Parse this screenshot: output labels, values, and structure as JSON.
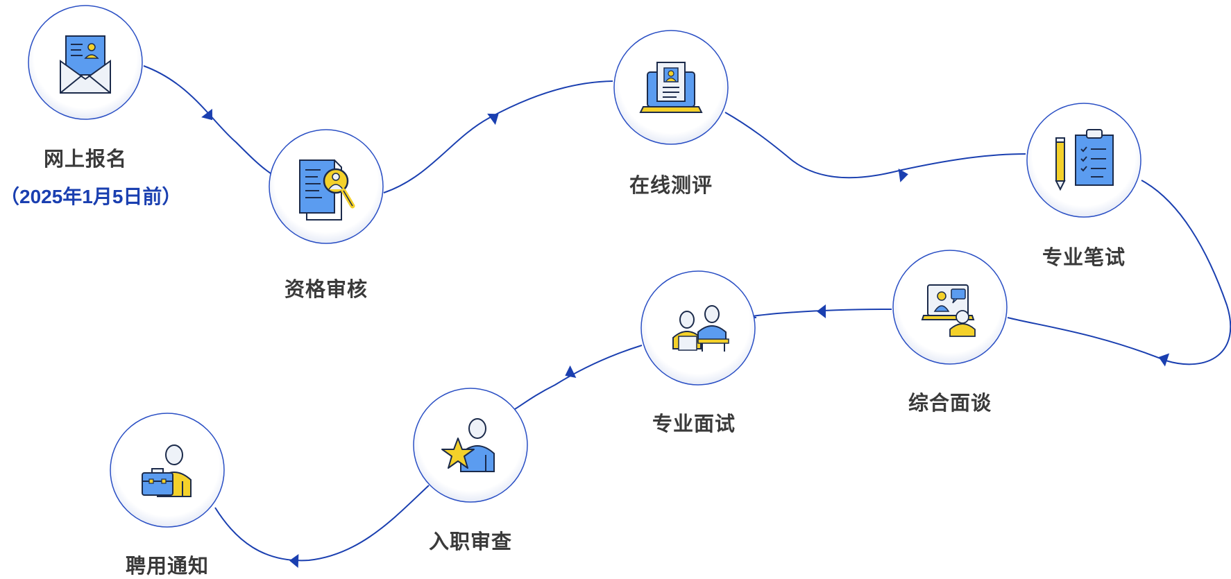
{
  "steps": [
    {
      "label": "网上报名",
      "icon": "envelope-resume-icon"
    },
    {
      "label": "资格审核",
      "icon": "document-magnifier-icon"
    },
    {
      "label": "在线测评",
      "icon": "laptop-resume-icon"
    },
    {
      "label": "专业笔试",
      "icon": "pencil-clipboard-icon"
    },
    {
      "label": "综合面谈",
      "icon": "video-chat-icon"
    },
    {
      "label": "专业面试",
      "icon": "interview-icon"
    },
    {
      "label": "入职审查",
      "icon": "star-person-icon"
    },
    {
      "label": "聘用通知",
      "icon": "person-briefcase-icon"
    }
  ],
  "deadline_note": "（2025年1月5日前）",
  "colors": {
    "path": "#1a3fb0",
    "circle_border": "#2a4fc4",
    "icon_blue": "#5b9cf0",
    "icon_yellow": "#f4d12a",
    "icon_line": "#1b2a4a",
    "label": "#3a3a3a"
  }
}
